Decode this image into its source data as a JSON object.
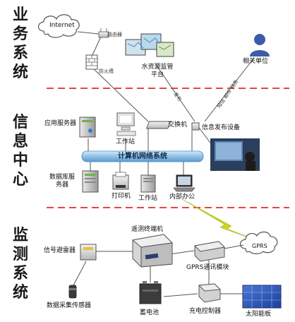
{
  "sections": {
    "business": [
      "业",
      "务",
      "系",
      "统"
    ],
    "info": [
      "信",
      "息",
      "中",
      "心"
    ],
    "monitor": [
      "监",
      "测",
      "系",
      "统"
    ]
  },
  "business_layer": {
    "internet": "Internet",
    "router": "路由器",
    "firewall": "防火墙",
    "platform": [
      "水资源监管",
      "平台"
    ],
    "related_units": "相关单位",
    "link_left": "发布",
    "link_right": [
      "短信",
      "邮件",
      "网页"
    ]
  },
  "info_layer": {
    "app_server": "应用服务器",
    "workstation_top": "工作站",
    "switch": "交换机",
    "publish_device": "信息发布设备",
    "network_bar": "计算机网络系统",
    "db_server": [
      "数据库服",
      "务器"
    ],
    "printer": "打印机",
    "workstation_bottom": "工作站",
    "internal_office": "内部办公"
  },
  "monitor_layer": {
    "rtu": "遥测终端机",
    "gprs_cloud": "GPRS",
    "signal_arrester": "信号避雷器",
    "gprs_module": "GPRS通讯模块",
    "sensor": "数据采集传感器",
    "battery": "蓄电池",
    "charge_controller": "充电控制器",
    "solar_panel": "太阳能板"
  },
  "colors": {
    "divider": "#e8463c",
    "network_bar": "#9dc7e8",
    "lightning": "#c8d620",
    "person": "#3b5da9"
  }
}
